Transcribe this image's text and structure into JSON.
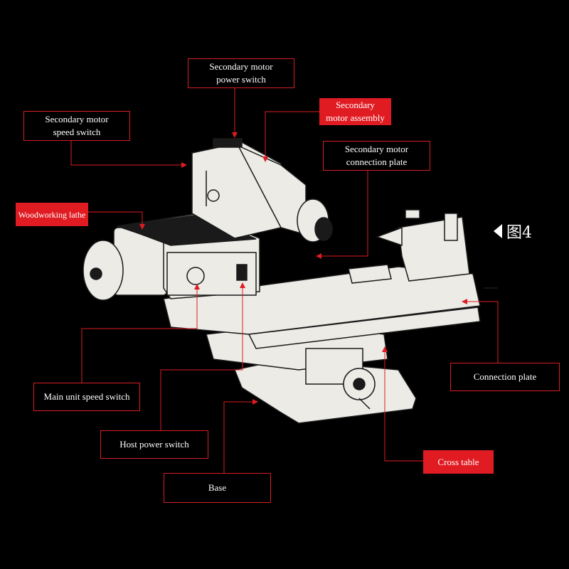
{
  "figure_label": "图4",
  "colors": {
    "background": "#000000",
    "accent": "#e01b22",
    "drawing_fill": "#ecebe6",
    "drawing_line": "#1a1a1a"
  },
  "labels": {
    "secondary_motor_power_switch": [
      "Secondary motor",
      "power switch"
    ],
    "secondary_motor_speed_switch": [
      "Secondary motor",
      "speed switch"
    ],
    "secondary_motor_assembly": [
      "Secondary",
      "motor assembly"
    ],
    "secondary_motor_connection_plate": [
      "Secondary motor",
      "connection plate"
    ],
    "woodworking_lathe": "Woodworking lathe",
    "connection_plate": "Connection plate",
    "main_unit_speed_switch": "Main unit speed switch",
    "host_power_switch": "Host power switch",
    "cross_table": "Cross table",
    "base": "Base"
  }
}
